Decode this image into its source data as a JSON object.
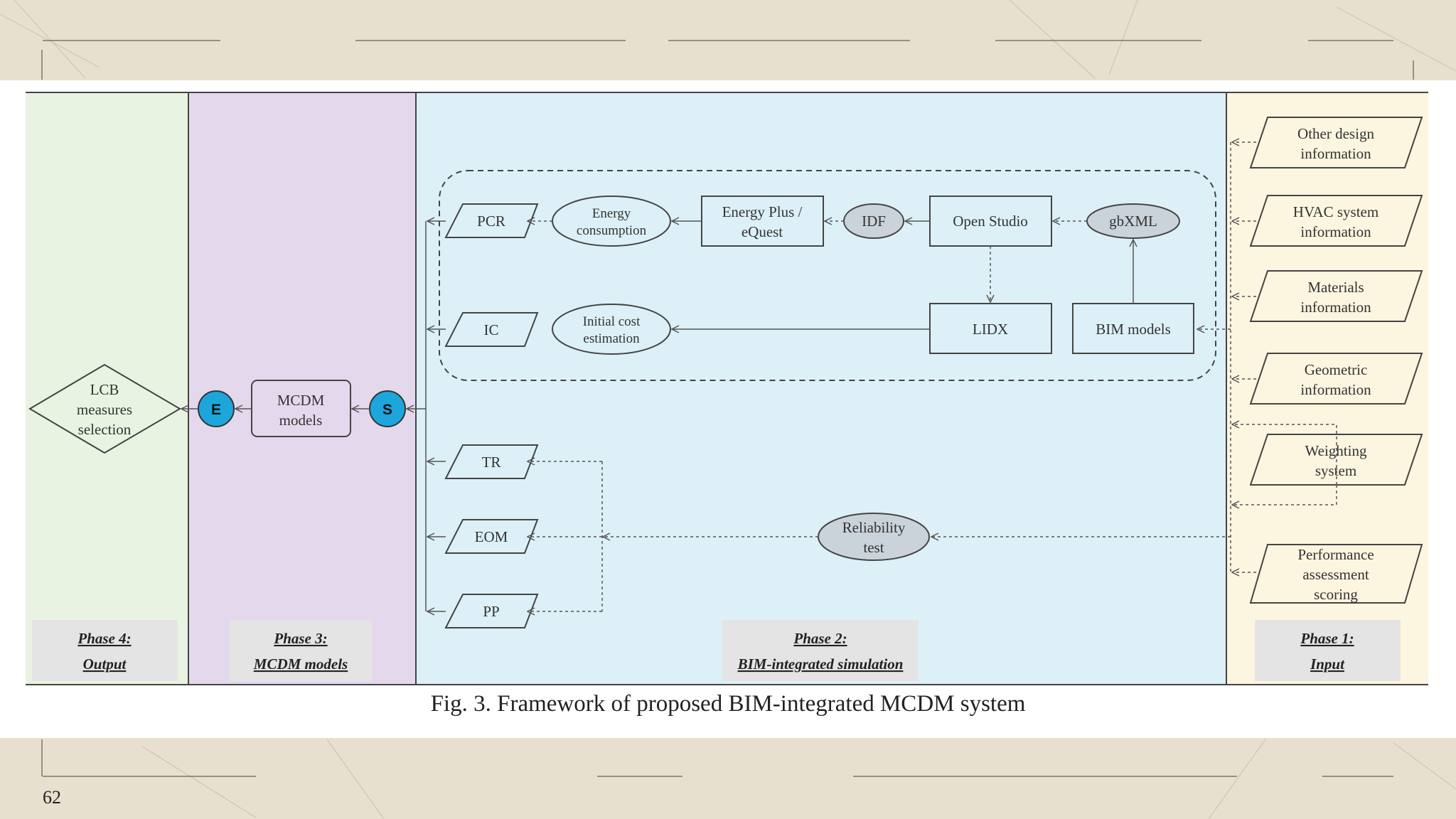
{
  "figure": {
    "caption": "Fig. 3. Framework of proposed BIM-integrated MCDM system",
    "page_number": "62"
  },
  "phases": {
    "phase4": {
      "title": "Phase 4:",
      "subtitle": "Output",
      "color": "#e8f4e1"
    },
    "phase3": {
      "title": "Phase 3:",
      "subtitle": "MCDM models",
      "color": "#e4d9ec"
    },
    "phase2": {
      "title": "Phase 2:",
      "subtitle": "BIM-integrated simulation",
      "color": "#ddf0f7"
    },
    "phase1": {
      "title": "Phase 1:",
      "subtitle": "Input",
      "color": "#fcf5e0"
    }
  },
  "inputs": [
    {
      "line1": "Other design",
      "line2": "information"
    },
    {
      "line1": "HVAC system",
      "line2": "information"
    },
    {
      "line1": "Materials",
      "line2": "information"
    },
    {
      "line1": "Geometric",
      "line2": "information"
    },
    {
      "line1": "Weighting",
      "line2": "system"
    },
    {
      "line1": "Performance",
      "line2": "assessment",
      "line3": "scoring"
    }
  ],
  "simulation": {
    "pcr": "PCR",
    "ic": "IC",
    "tr": "TR",
    "eom": "EOM",
    "pp": "PP",
    "energy_consumption": {
      "line1": "Energy",
      "line2": "consumption"
    },
    "initial_cost": {
      "line1": "Initial cost",
      "line2": "estimation"
    },
    "energyplus": {
      "line1": "Energy Plus /",
      "line2": "eQuest"
    },
    "idf": "IDF",
    "open_studio": "Open Studio",
    "gbxml": "gbXML",
    "lidx": "LIDX",
    "bim_models": "BIM models",
    "reliability": {
      "line1": "Reliability",
      "line2": "test"
    }
  },
  "mcdm": {
    "s_label": "S",
    "e_label": "E",
    "models": {
      "line1": "MCDM",
      "line2": "models"
    },
    "accent": "#1ca6dc"
  },
  "output": {
    "line1": "LCB",
    "line2": "measures",
    "line3": "selection"
  }
}
